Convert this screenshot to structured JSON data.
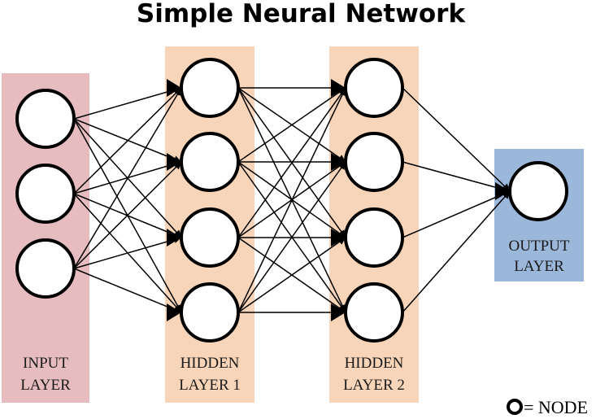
{
  "title": "Simple Neural Network",
  "colors": {
    "input_layer": "#e6bcbf",
    "hidden_layer": "#f8d5b8",
    "output_layer": "#9bb7d9",
    "node_stroke": "#000000",
    "edge": "#000000"
  },
  "layers": [
    {
      "id": "input",
      "label_lines": [
        "INPUT",
        "LAYER"
      ],
      "nodes": 3
    },
    {
      "id": "hidden1",
      "label_lines": [
        "HIDDEN",
        "LAYER 1"
      ],
      "nodes": 4
    },
    {
      "id": "hidden2",
      "label_lines": [
        "HIDDEN",
        "LAYER 2"
      ],
      "nodes": 4
    },
    {
      "id": "output",
      "label_lines": [
        "OUTPUT",
        "LAYER"
      ],
      "nodes": 1
    }
  ],
  "connectivity": "fully-connected",
  "legend": {
    "icon": "node-circle-icon",
    "text": "= NODE"
  }
}
